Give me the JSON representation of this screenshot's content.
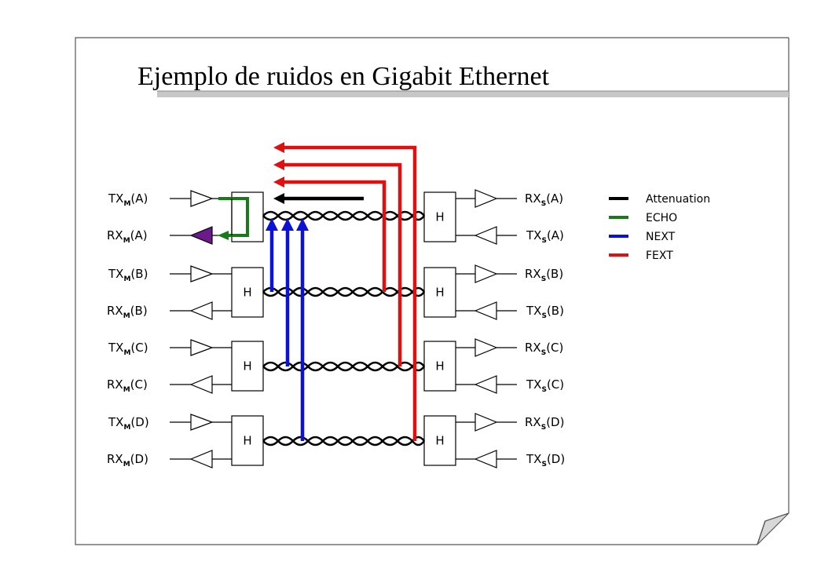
{
  "slide": {
    "title": "Ejemplo de ruidos en Gigabit Ethernet"
  },
  "diagram": {
    "master_channels": [
      {
        "tx": "TX",
        "rx": "RX",
        "sub": "M",
        "pair": "(A)"
      },
      {
        "tx": "TX",
        "rx": "RX",
        "sub": "M",
        "pair": "(B)"
      },
      {
        "tx": "TX",
        "rx": "RX",
        "sub": "M",
        "pair": "(C)"
      },
      {
        "tx": "TX",
        "rx": "RX",
        "sub": "M",
        "pair": "(D)"
      }
    ],
    "slave_channels": [
      {
        "rx": "RX",
        "tx": "TX",
        "sub": "S",
        "pair": "(A)"
      },
      {
        "rx": "RX",
        "tx": "TX",
        "sub": "S",
        "pair": "(B)"
      },
      {
        "rx": "RX",
        "tx": "TX",
        "sub": "S",
        "pair": "(C)"
      },
      {
        "rx": "RX",
        "tx": "TX",
        "sub": "S",
        "pair": "(D)"
      }
    ],
    "hybrid_label": "H",
    "legend": [
      {
        "label": "Attenuation",
        "color": "#000000"
      },
      {
        "label": "ECHO",
        "color": "#1a7a1a"
      },
      {
        "label": "NEXT",
        "color": "#0a12d8"
      },
      {
        "label": "FEXT",
        "color": "#e01010"
      }
    ],
    "colors": {
      "attenuation": "#000000",
      "echo": "#1a7a1a",
      "next": "#0a12d8",
      "fext": "#e01010",
      "rx_highlight": "#6a1a8a"
    }
  }
}
